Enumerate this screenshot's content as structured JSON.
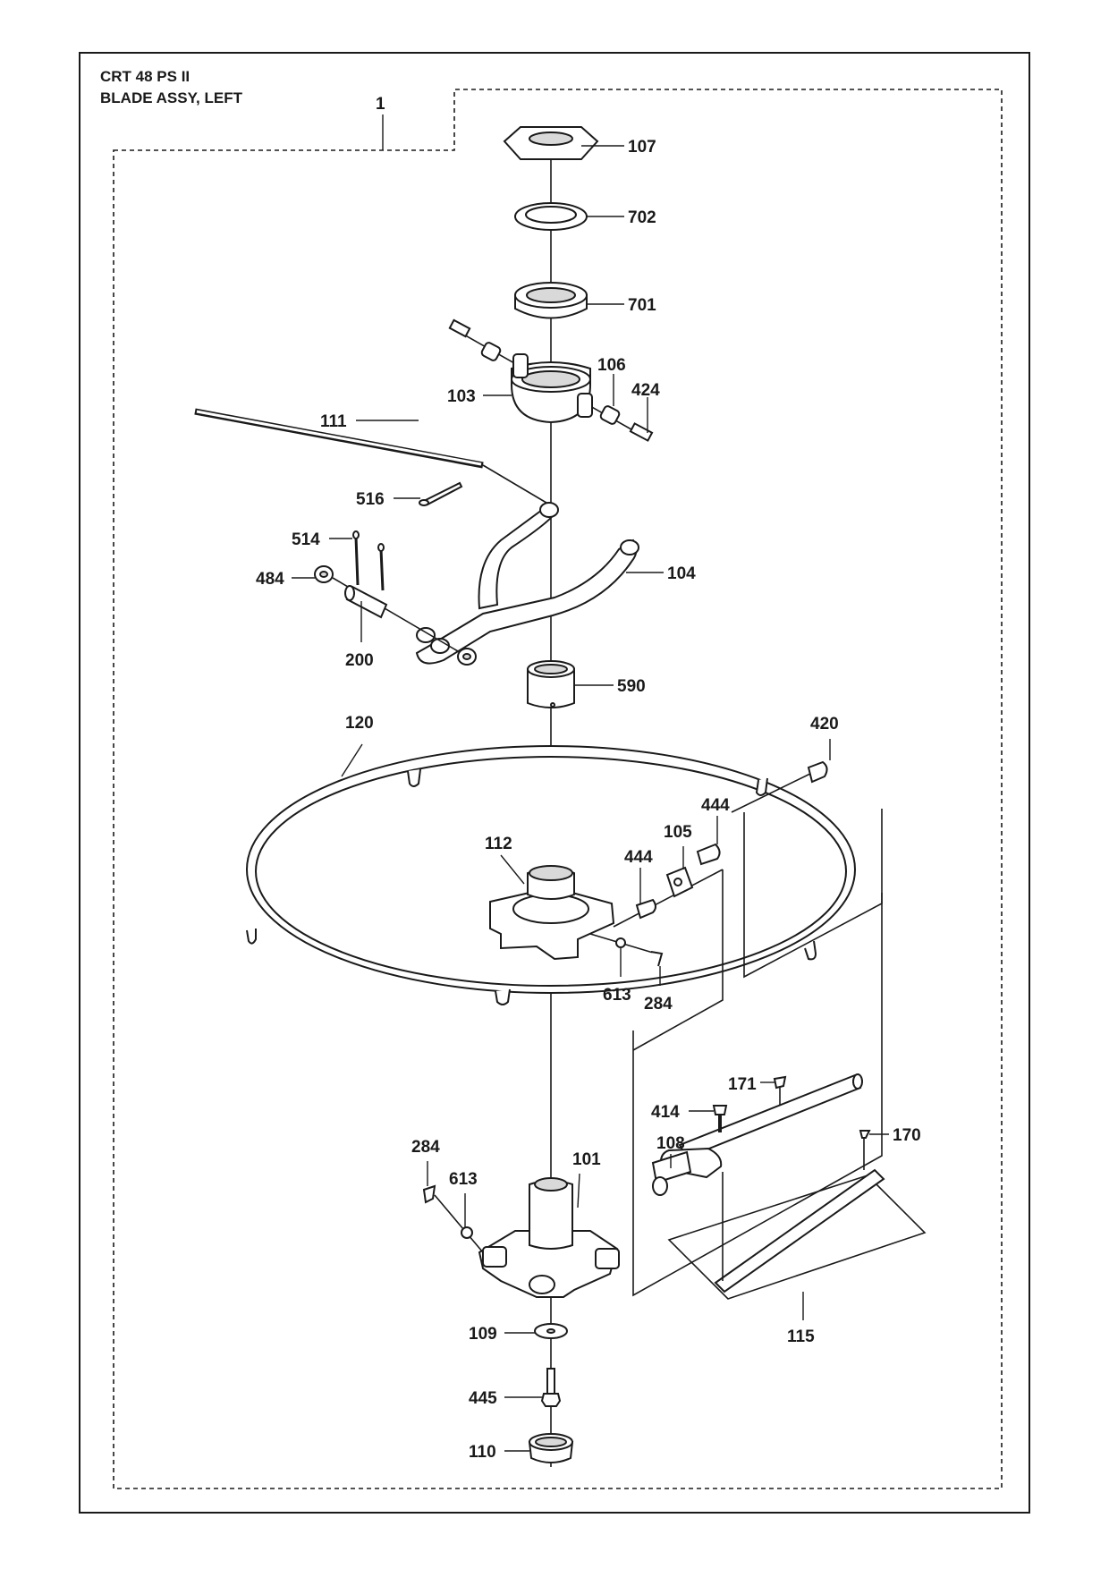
{
  "header": {
    "model": "CRT 48 PS II",
    "assembly_title": "BLADE ASSY, LEFT"
  },
  "callouts": {
    "c1": "1",
    "c107": "107",
    "c702": "702",
    "c701": "701",
    "c106": "106",
    "c424": "424",
    "c103": "103",
    "c111": "111",
    "c516": "516",
    "c514": "514",
    "c484": "484",
    "c104": "104",
    "c200": "200",
    "c590": "590",
    "c120": "120",
    "c420": "420",
    "c444a": "444",
    "c105": "105",
    "c112": "112",
    "c444b": "444",
    "c613a": "613",
    "c284a": "284",
    "c171": "171",
    "c414": "414",
    "c170": "170",
    "c108": "108",
    "c284b": "284",
    "c613b": "613",
    "c101": "101",
    "c115": "115",
    "c109": "109",
    "c445": "445",
    "c110": "110"
  }
}
